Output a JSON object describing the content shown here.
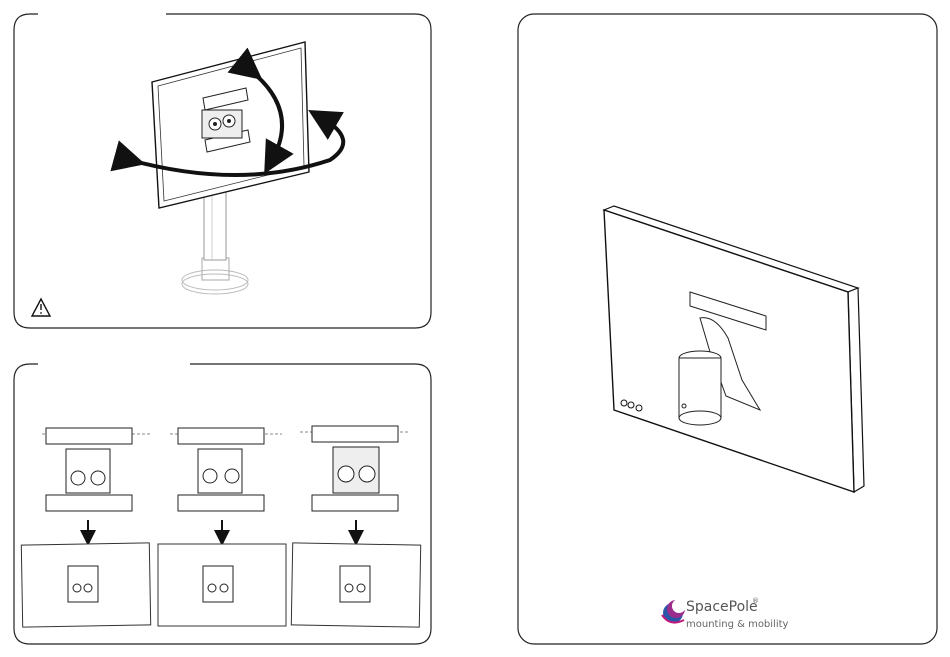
{
  "brand": {
    "name": "SpacePole",
    "registered": "®",
    "tagline": "mounting & mobility",
    "colors": {
      "blue": "#2a58a8",
      "purple": "#9b2d8c",
      "magenta": "#c2187a",
      "text": "#555555"
    }
  },
  "panels": {
    "top_left": {
      "warning_icon": "warning-triangle-icon"
    },
    "bottom_left": {
      "steps": 3
    },
    "right": {}
  }
}
